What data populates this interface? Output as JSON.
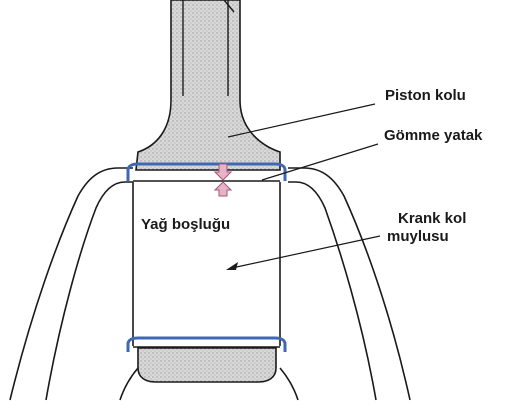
{
  "labels": {
    "piston_rod": "Piston kolu",
    "insert_bearing": "Gömme yatak",
    "oil_clearance": "Yağ boşluğu",
    "crank_pin_line1": "Krank kol",
    "crank_pin_line2": "muylusu"
  },
  "colors": {
    "line": "#1a1a1a",
    "rod_fill": "#d2d2d2",
    "bearing_blue": "#3f67b3",
    "arrow_pink": "#e8b3c4"
  }
}
